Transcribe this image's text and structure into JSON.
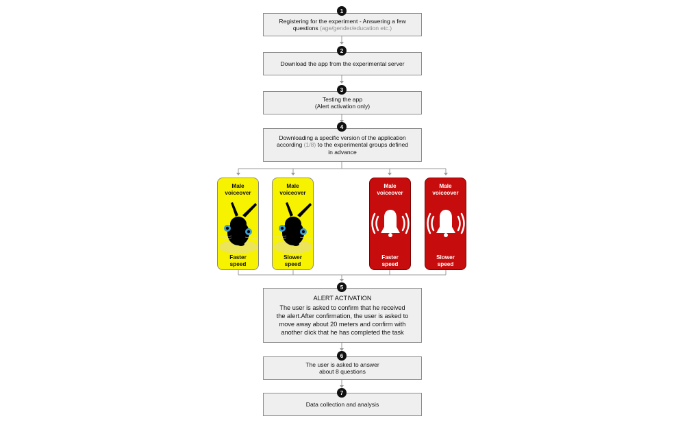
{
  "steps": [
    {
      "number": "1",
      "line1": "Registering for the experiment - Answering a few",
      "line2_main": "questions",
      "line2_muted": "(age/gender/education etc.)"
    },
    {
      "number": "2",
      "text": "Download the app from the experimental server"
    },
    {
      "number": "3",
      "line1": "Testing the app",
      "line2": "(Alert activation only)"
    },
    {
      "number": "4",
      "line1": "Downloading a specific version of the application",
      "line2_pre": "according",
      "line2_muted": "(1/8)",
      "line2_post": "to the experimental groups defined",
      "line3": "in advance"
    },
    {
      "number": "5",
      "title": "ALERT ACTIVATION",
      "lines": [
        "The user is asked to confirm that he received",
        "the alert.After confirmation, the user is asked to",
        "move away about 20 meters and confirm with",
        "another click that he has completed the task"
      ]
    },
    {
      "number": "6",
      "line1": "The user is asked to answer",
      "line2": "about 8 questions"
    },
    {
      "number": "7",
      "text": "Data collection and analysis"
    }
  ],
  "groups": [
    {
      "top1": "Male",
      "top2": "voiceover",
      "bottom1": "Faster",
      "bottom2": "speed",
      "icon": "black-rabbit-icon",
      "color": "#f7f200"
    },
    {
      "top1": "Male",
      "top2": "voiceover",
      "bottom1": "Slower",
      "bottom2": "speed",
      "icon": "black-rabbit-icon",
      "color": "#f7f200"
    },
    {
      "top1": "Male",
      "top2": "voiceover",
      "bottom1": "Faster",
      "bottom2": "speed",
      "icon": "ringing-bell-icon",
      "color": "#c60c0c"
    },
    {
      "top1": "Male",
      "top2": "voiceover",
      "bottom1": "Slower",
      "bottom2": "speed",
      "icon": "ringing-bell-icon",
      "color": "#c60c0c"
    }
  ]
}
